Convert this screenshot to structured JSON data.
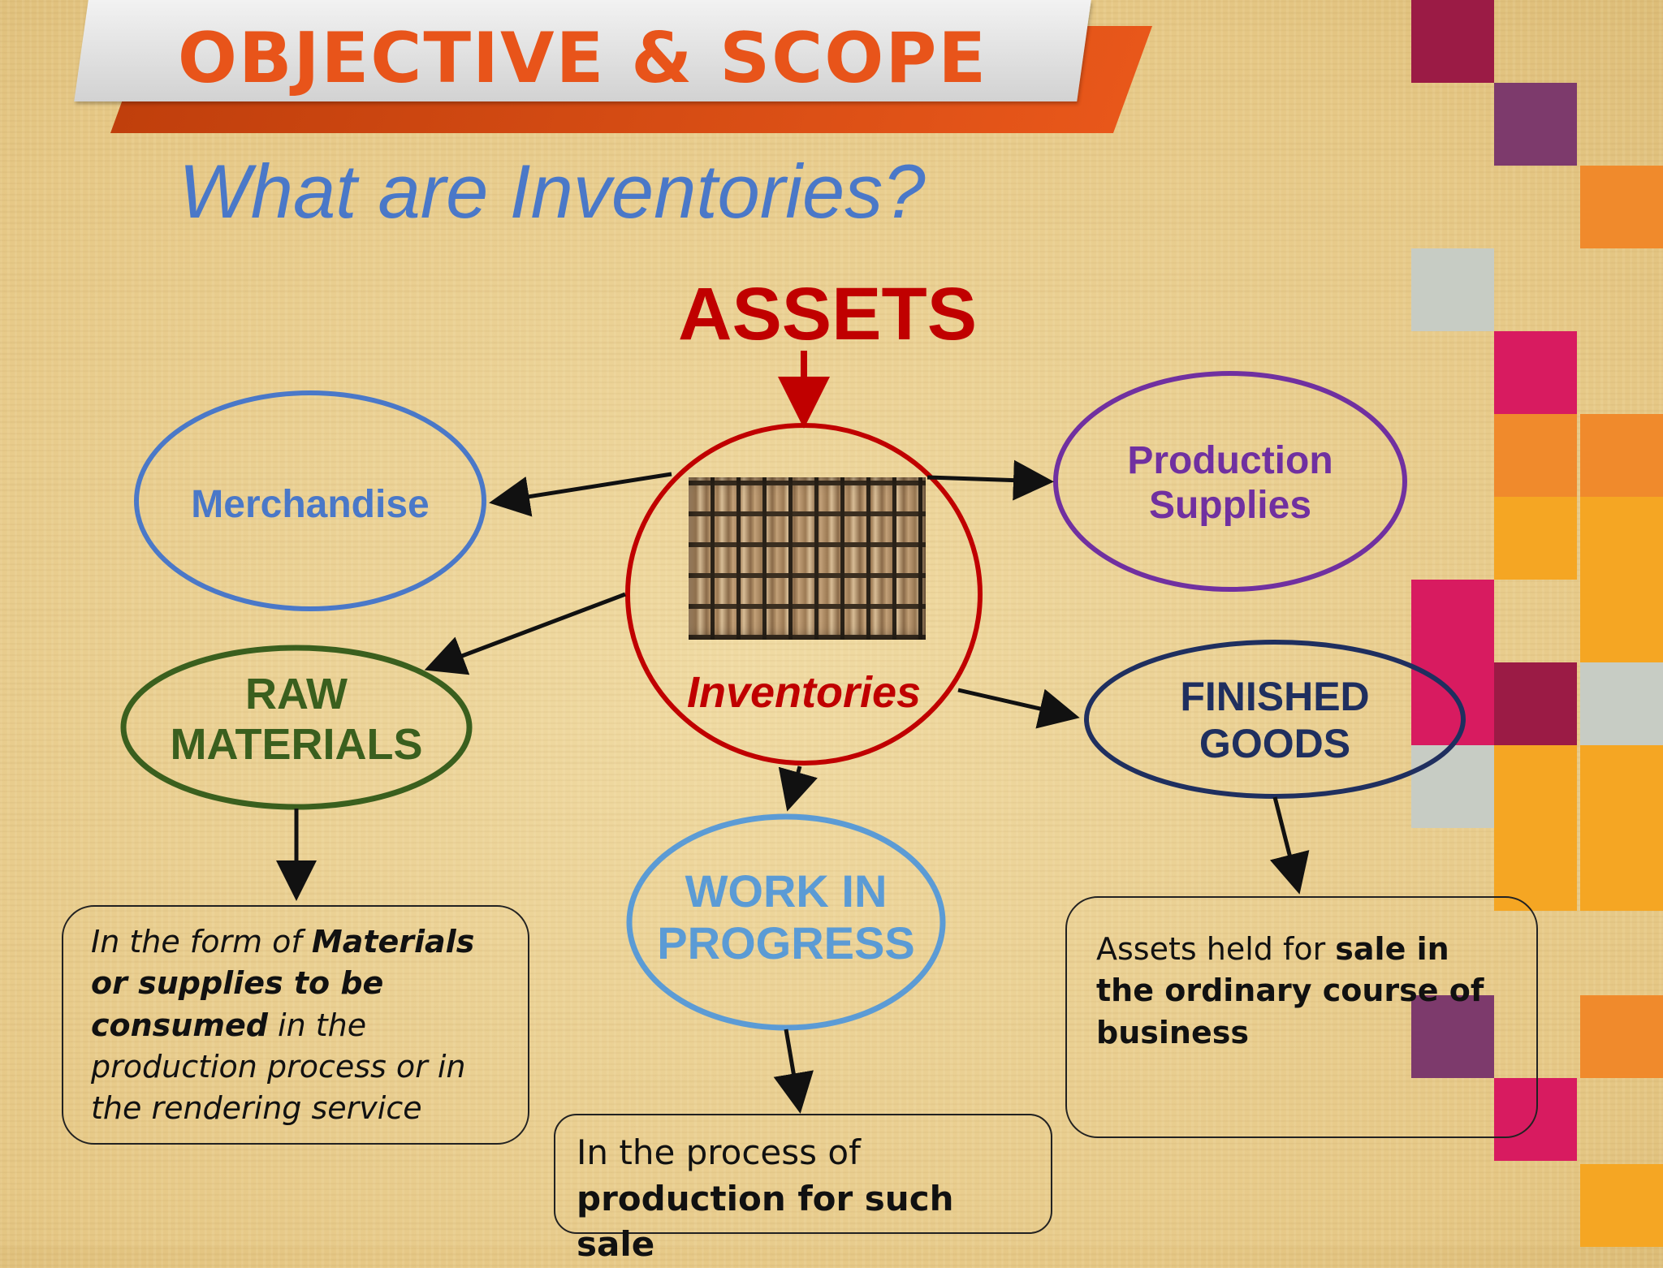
{
  "header": {
    "title": "OBJECTIVE & SCOPE"
  },
  "subtitle": "What are Inventories?",
  "top_label": "ASSETS",
  "center": {
    "label": "Inventories",
    "image": "warehouse-shelves-photo"
  },
  "nodes": {
    "merchandise": "Merchandise",
    "production_supplies": [
      "Production",
      "Supplies"
    ],
    "raw_materials": [
      "RAW",
      "MATERIALS"
    ],
    "finished_goods": [
      "FINISHED",
      "GOODS"
    ],
    "work_in_progress": [
      "WORK IN",
      "PROGRESS"
    ]
  },
  "descriptions": {
    "raw_materials": {
      "intro": "In the form of ",
      "bold": "Materials or supplies to be consumed",
      "rest": " in the production process or in the rendering service"
    },
    "work_in_progress": {
      "intro": "In the process of",
      "bold": "production for such sale"
    },
    "finished_goods": {
      "intro": "Assets held for ",
      "bold": "sale in the ordinary course of business"
    }
  },
  "colors": {
    "accent": "#e8541a",
    "assets": "#c00000",
    "merchandise": "#4a78c8",
    "production_supplies": "#7030a0",
    "raw_materials": "#3a5f1e",
    "finished_goods": "#1f2f5f",
    "work_in_progress": "#5b9bd5"
  }
}
